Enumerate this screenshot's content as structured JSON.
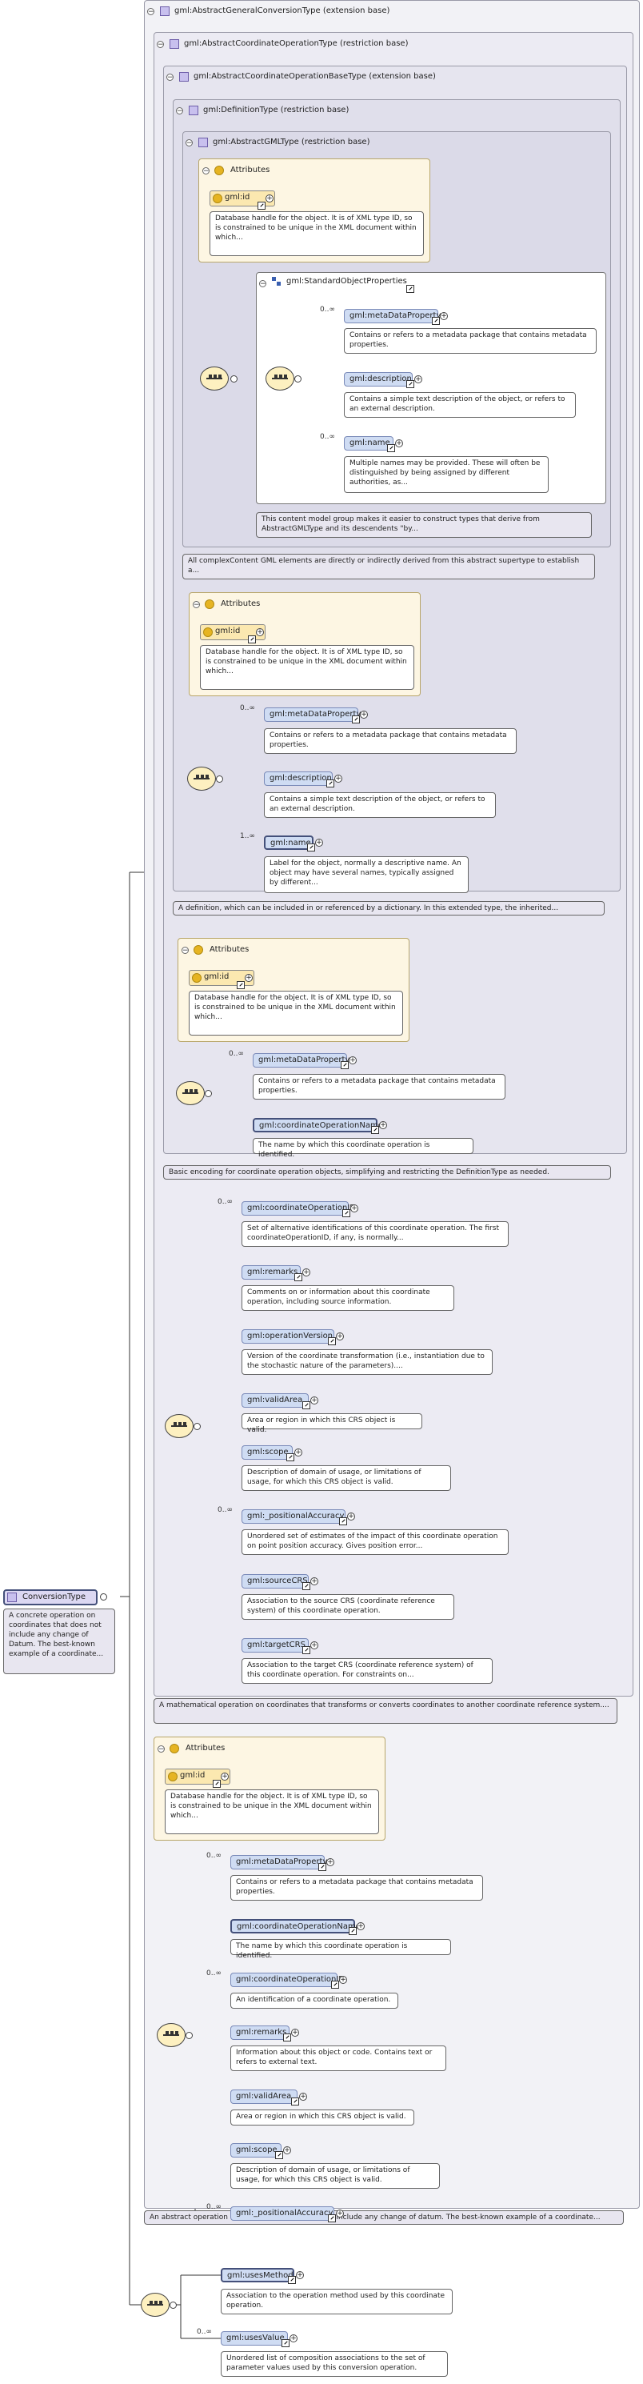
{
  "root": {
    "name": "ConversionType",
    "description": "A concrete operation on coordinates that does not include any change of Datum. The best-known example of a coordinate..."
  },
  "ext1": {
    "title": "gml:AbstractGeneralConversionType (extension base)",
    "description": "An abstract operation on coordinates that does not include any change of datum. The best-known example of a coordinate..."
  },
  "ext2": {
    "title": "gml:AbstractCoordinateOperationType (restriction base)",
    "description": "A mathematical operation on coordinates that transforms or converts coordinates to another coordinate reference system...."
  },
  "ext3": {
    "title": "gml:AbstractCoordinateOperationBaseType (extension base)",
    "description": "Basic encoding for coordinate operation objects, simplifying and restricting the DefinitionType as needed."
  },
  "ext4": {
    "title": "gml:DefinitionType (restriction base)",
    "description": "A definition, which can be included in or referenced by a dictionary. In this extended type, the inherited..."
  },
  "ext5": {
    "title": "gml:AbstractGMLType (restriction base)",
    "description": "All complexContent GML elements are directly or indirectly derived from this abstract supertype to establish a..."
  },
  "attributes_label": "Attributes",
  "gml_id": {
    "name": "gml:id",
    "description": "Database handle for the object. It is of XML type ID, so is constrained to be unique in the XML document within which..."
  },
  "std_props": {
    "name": "gml:StandardObjectProperties",
    "description": "This content model group makes it easier to construct types that derive from AbstractGMLType and its descendents \"by...",
    "elements": [
      {
        "name": "gml:metaDataProperty",
        "occurs": "0..∞",
        "description": "Contains or refers to a metadata package that contains metadata properties."
      },
      {
        "name": "gml:description",
        "occurs": "",
        "description": "Contains a simple text description of the object, or refers to an external description."
      },
      {
        "name": "gml:name",
        "occurs": "0..∞",
        "description": "Multiple names may be provided. These will often be distinguished by being assigned by different authorities, as..."
      }
    ]
  },
  "def_elements": [
    {
      "name": "gml:metaDataProperty",
      "occurs": "0..∞",
      "description": "Contains or refers to a metadata package that contains metadata properties."
    },
    {
      "name": "gml:description",
      "occurs": "",
      "description": "Contains a simple text description of the object, or refers to an external description."
    },
    {
      "name": "gml:name",
      "occurs": "1..∞",
      "description": "Label for the object, normally a descriptive name. An object may have several names, typically assigned by different..."
    }
  ],
  "base_elements": [
    {
      "name": "gml:metaDataProperty",
      "occurs": "0..∞",
      "description": "Contains or refers to a metadata package that contains metadata properties."
    },
    {
      "name": "gml:coordinateOperationName",
      "occurs": "",
      "description": "The name by which this coordinate operation is identified."
    }
  ],
  "op_elements": [
    {
      "name": "gml:coordinateOperationID",
      "occurs": "0..∞",
      "description": "Set of alternative identifications of this coordinate operation. The first coordinateOperationID, if any, is normally..."
    },
    {
      "name": "gml:remarks",
      "occurs": "",
      "description": "Comments on or information about this coordinate operation, including source information."
    },
    {
      "name": "gml:operationVersion",
      "occurs": "",
      "description": "Version of the coordinate transformation (i.e., instantiation due to the stochastic nature of the parameters)...."
    },
    {
      "name": "gml:validArea",
      "occurs": "",
      "description": "Area or region in which this CRS object is valid."
    },
    {
      "name": "gml:scope",
      "occurs": "",
      "description": "Description of domain of usage, or limitations of usage, for which this CRS object is valid."
    },
    {
      "name": "gml:_positionalAccuracy",
      "occurs": "0..∞",
      "description": "Unordered set of estimates of the impact of this coordinate operation on point position accuracy. Gives position error..."
    },
    {
      "name": "gml:sourceCRS",
      "occurs": "",
      "description": "Association to the source CRS (coordinate reference system) of this coordinate operation."
    },
    {
      "name": "gml:targetCRS",
      "occurs": "",
      "description": "Association to the target CRS (coordinate reference system) of this coordinate operation. For constraints on..."
    }
  ],
  "gen_elements": [
    {
      "name": "gml:metaDataProperty",
      "occurs": "0..∞",
      "description": "Contains or refers to a metadata package that contains metadata properties."
    },
    {
      "name": "gml:coordinateOperationName",
      "occurs": "",
      "description": "The name by which this coordinate operation is identified."
    },
    {
      "name": "gml:coordinateOperationID",
      "occurs": "0..∞",
      "description": "An identification of a coordinate operation."
    },
    {
      "name": "gml:remarks",
      "occurs": "",
      "description": "Information about this object or code. Contains text or refers to external text."
    },
    {
      "name": "gml:validArea",
      "occurs": "",
      "description": "Area or region in which this CRS object is valid."
    },
    {
      "name": "gml:scope",
      "occurs": "",
      "description": "Description of domain of usage, or limitations of usage, for which this CRS object is valid."
    },
    {
      "name": "gml:_positionalAccuracy",
      "occurs": "0..∞",
      "description": ""
    }
  ],
  "conv_elements": [
    {
      "name": "gml:usesMethod",
      "occurs": "",
      "description": "Association to the operation method used by this coordinate operation."
    },
    {
      "name": "gml:usesValue",
      "occurs": "0..∞",
      "description": "Unordered list of composition associations to the set of parameter values used by this conversion operation."
    }
  ]
}
